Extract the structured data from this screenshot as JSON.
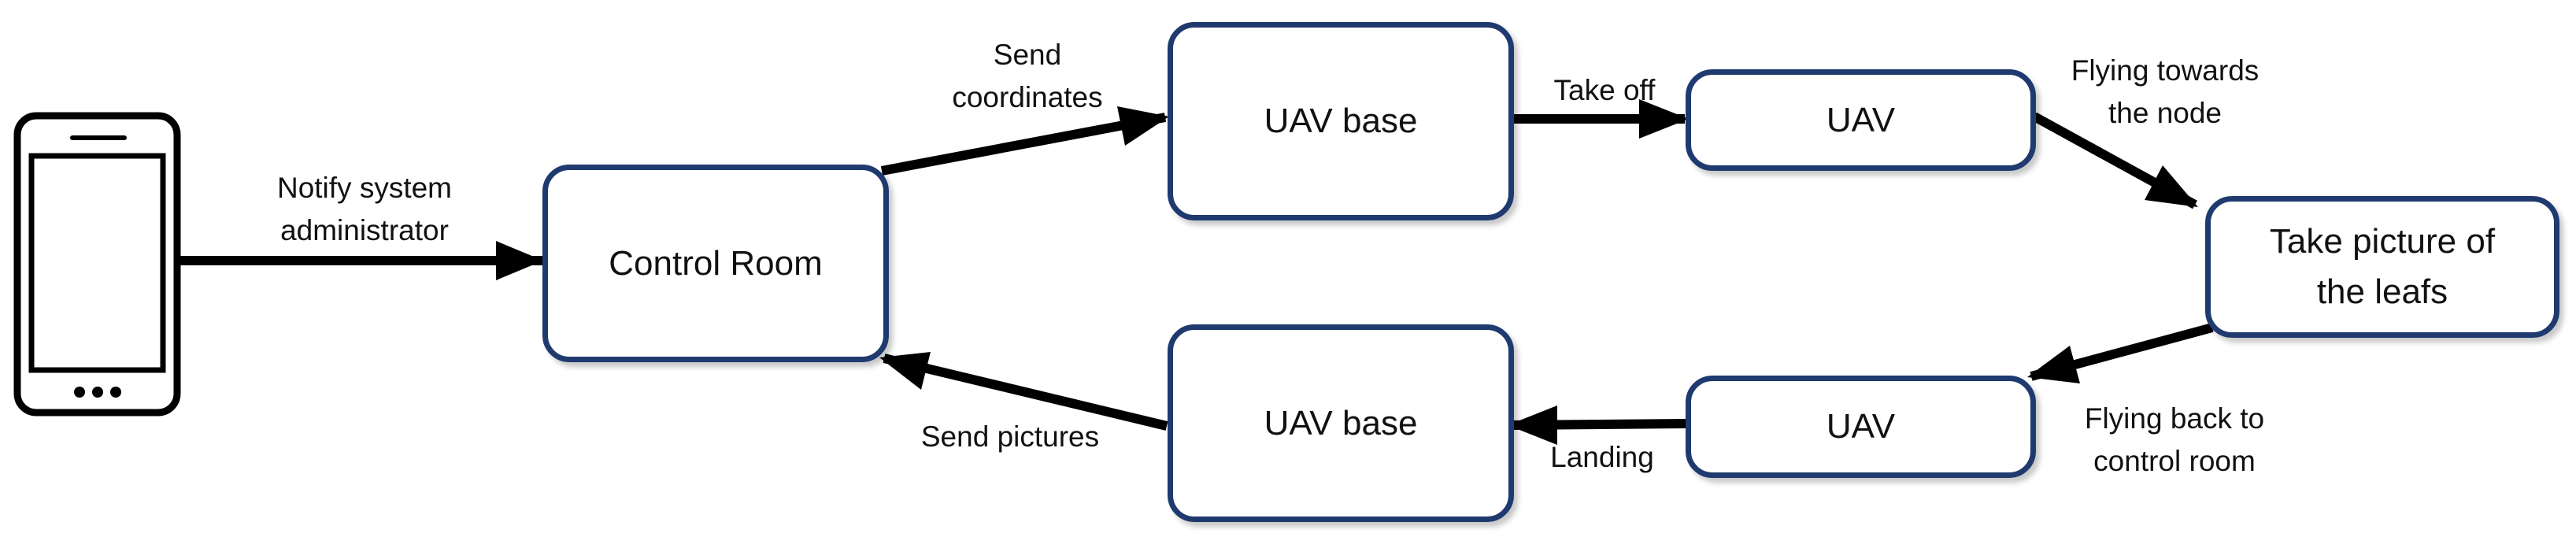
{
  "nodes": {
    "control_room": "Control Room",
    "uav_base_top": "UAV base",
    "uav_top": "UAV",
    "take_picture": "Take picture of\nthe leafs",
    "uav_bottom": "UAV",
    "uav_base_bottom": "UAV base"
  },
  "edges": {
    "notify": "Notify system\nadministrator",
    "send_coordinates": "Send\ncoordinates",
    "take_off": "Take off",
    "flying_towards": "Flying towards\nthe node",
    "flying_back": "Flying back to\ncontrol room",
    "landing": "Landing",
    "send_pictures": "Send pictures"
  },
  "colors": {
    "node_border": "#1f3a6e",
    "arrow": "#000000"
  },
  "icons": {
    "phone": "smartphone-icon"
  }
}
